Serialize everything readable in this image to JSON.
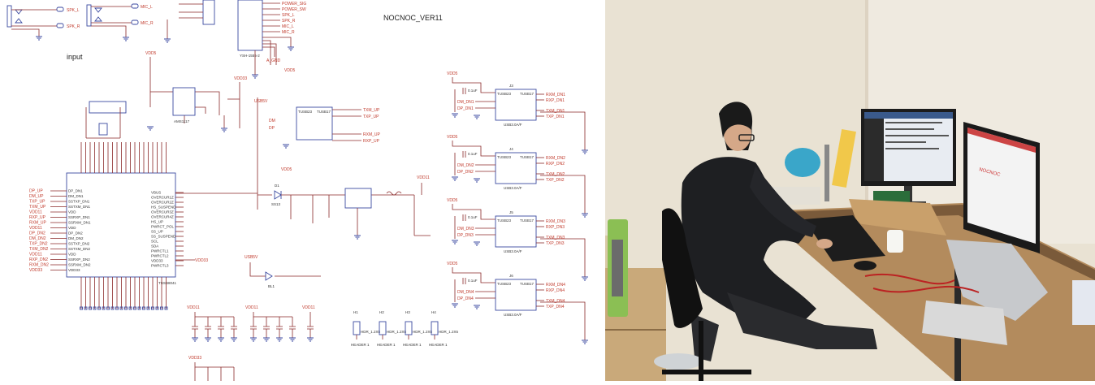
{
  "schematic": {
    "title": "NOCNOC_VER11",
    "section_label": "input",
    "left_audio": [
      "SPK_L",
      "SPK_R"
    ],
    "mic": [
      "MIC_L",
      "MIC_R"
    ],
    "connector_signals": [
      "POWER_SIG",
      "POWER_SW",
      "SPK_L",
      "SPK_R",
      "MIC_L",
      "MIC_R"
    ],
    "connector_part": "YSH-1555-2",
    "agnd": "A_GND",
    "power_nets": {
      "vdd5": "VDD5",
      "vdd33": "VDD33",
      "usb5v": "USB5V",
      "vdd11": "VDD11"
    },
    "regulator_part": "AMS1117",
    "hub_chip": "TUSB8041",
    "hub_left_pins": [
      "DP_DN1",
      "DM_DN1",
      "SSTXP_DN1",
      "SSTXM_DN1",
      "VDD",
      "SSRXP_DN1",
      "SSRXM_DN1",
      "VDD",
      "DP_DN2",
      "DM_DN2",
      "SSTXP_DN2",
      "SSTXM_DN2",
      "VDD",
      "SSRXP_DN2",
      "SSRXM_DN2",
      "VDD33"
    ],
    "hub_right_pins": [
      "VBUS",
      "OVERCUR1Z",
      "OVERCUR2Z",
      "HS_SUSPEND",
      "OVERCUR3Z",
      "OVERCUR4Z",
      "HS_UP",
      "PWRCT_POL",
      "SS_UP",
      "SS_SUSPEND",
      "SCL",
      "SDA",
      "PWRCTL1",
      "PWRCTL2",
      "VDD33",
      "PWRCTL3"
    ],
    "hub_left_nets": [
      "DP_UP",
      "DM_UP",
      "TXP_UP",
      "TXM_UP",
      "VDD11",
      "RXP_UP",
      "RXM_UP",
      "VDD11",
      "DP_DN2",
      "DM_DN2",
      "TXP_DN2",
      "TXM_DN2",
      "VDD11",
      "RXP_DN2",
      "RXM_DN2",
      "VDD33"
    ],
    "diode": {
      "ref": "D1",
      "part": "SS13"
    },
    "led": {
      "ref": "BL1"
    },
    "upstream": {
      "chip_a": "TUSB23",
      "chip_b": "TUSB17",
      "nets": [
        "TXM_UP",
        "TXP_UP",
        "RXM_UP",
        "RXP_UP"
      ],
      "in": [
        "DM",
        "DP"
      ]
    },
    "ports": [
      {
        "ref": "J3",
        "in": [
          "DM_DN1",
          "DP_DN1"
        ],
        "out": [
          "RXM_DN1",
          "RXP_DN1",
          "TXM_DN1",
          "TXP_DN1"
        ]
      },
      {
        "ref": "J4",
        "in": [
          "DM_DN2",
          "DP_DN2"
        ],
        "out": [
          "RXM_DN2",
          "RXP_DN2",
          "TXM_DN2",
          "TXP_DN2"
        ]
      },
      {
        "ref": "J5",
        "in": [
          "DM_DN3",
          "DP_DN3"
        ],
        "out": [
          "RXM_DN3",
          "RXP_DN3",
          "TXM_DN3",
          "TXP_DN3"
        ]
      },
      {
        "ref": "J6",
        "in": [
          "DM_DN4",
          "DP_DN4"
        ],
        "out": [
          "RXM_DN4",
          "RXP_DN4",
          "TXM_DN4",
          "TXP_DN4"
        ]
      }
    ],
    "cap_value": "0.1uF",
    "usb_part": "USB3.0A/F",
    "headers": [
      {
        "ref": "H1",
        "part": "HDR_1.2X5",
        "label": "HEADER 1"
      },
      {
        "ref": "H2",
        "part": "HDR_1.2X5",
        "label": "HEADER 1"
      },
      {
        "ref": "H3",
        "part": "HDR_1.2X5",
        "label": "HEADER 1"
      },
      {
        "ref": "H4",
        "part": "HDR_1.2X5",
        "label": "HEADER 1"
      }
    ]
  },
  "photo": {
    "monitor_screen_text": "NOCNOC"
  },
  "colors": {
    "wire": "#8b2a2a",
    "component": "#3b4aa0",
    "net_label": "#c0392b",
    "wall": "#ece4d4"
  }
}
